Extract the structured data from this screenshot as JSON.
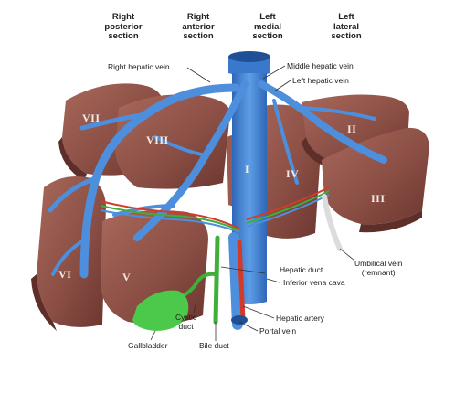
{
  "section_headers": {
    "right_posterior": "Right\nposterior\nsection",
    "right_anterior": "Right\nanterior\nsection",
    "left_medial": "Left\nmedial\nsection",
    "left_lateral": "Left\nlateral\nsection"
  },
  "segments": {
    "I": "I",
    "II": "II",
    "III": "III",
    "IV": "IV",
    "V": "V",
    "VI": "VI",
    "VII": "VII",
    "VIII": "VIII"
  },
  "labels": {
    "right_hepatic_vein": "Right hepatic vein",
    "middle_hepatic_vein": "Middle hepatic vein",
    "left_hepatic_vein": "Left hepatic vein",
    "umbilical_vein": "Umbilical vein\n(remnant)",
    "hepatic_duct": "Hepatic duct",
    "inferior_vena_cava": "Inferior vena cava",
    "hepatic_artery": "Hepatic artery",
    "portal_vein": "Portal vein",
    "cystic_duct": "Cystic\nduct",
    "gallbladder": "Gallbladder",
    "bile_duct": "Bile duct"
  },
  "colors": {
    "liver": "#8b4f45",
    "liver_highlight": "#a9685b",
    "liver_shadow": "#5e2e29",
    "vein": "#4d8fdc",
    "vein_dark": "#2f67b8",
    "artery": "#d23a2a",
    "bile": "#3fae3a",
    "gallbladder": "#4cc94a"
  }
}
